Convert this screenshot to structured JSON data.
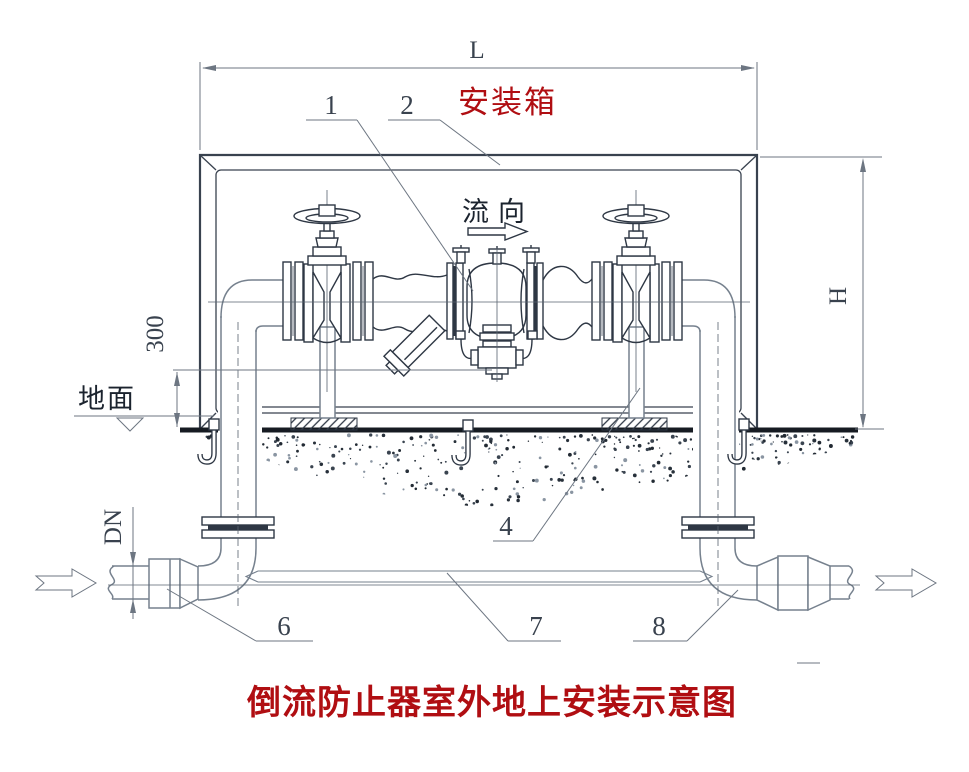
{
  "diagram": {
    "title": "倒流防止器室外地上安装示意图",
    "box_label": "安装箱",
    "flow_label": "流向",
    "ground_label": "地面",
    "dimensions": {
      "length": "L",
      "height": "H",
      "clearance": "300",
      "diameter": "DN"
    },
    "callouts": {
      "c1": "1",
      "c2": "2",
      "c4": "4",
      "c6": "6",
      "c7": "7",
      "c8": "8"
    },
    "colors": {
      "accent_red": "#b00e12",
      "equipment_line": "#2e3744",
      "pipe_line": "#76818e",
      "dimension_line": "#6d7682",
      "ground_line": "#161b22"
    }
  }
}
